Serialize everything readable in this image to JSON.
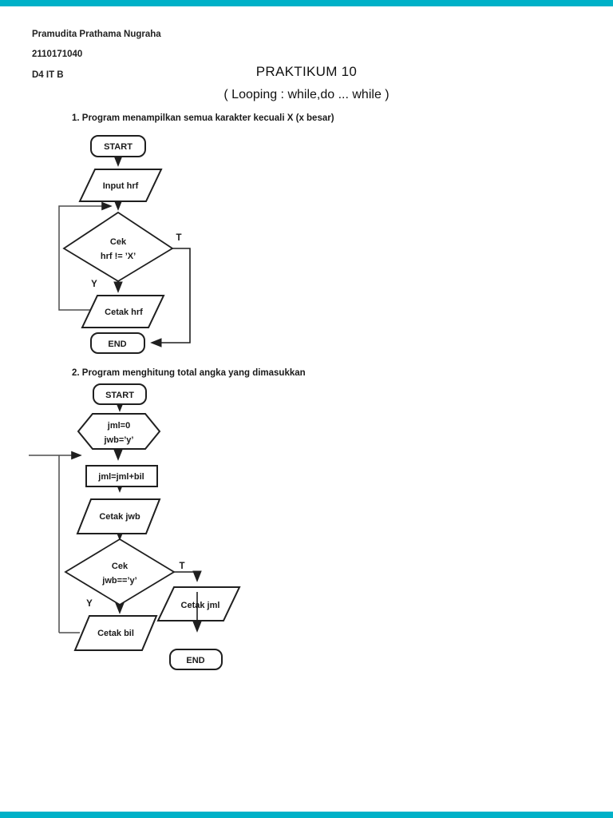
{
  "page": {
    "accent_color": "#00b1c8",
    "background_color": "#ffffff",
    "ink_color": "#1f1f1f"
  },
  "header": {
    "author": "Pramudita Prathama Nugraha",
    "student_id": "2110171040",
    "class": "D4 IT B",
    "title": "PRAKTIKUM 10",
    "subtitle": "( Looping : while,do ... while )"
  },
  "sections": {
    "s1_label": "1. Program menampilkan semua karakter kecuali X (x besar)",
    "s2_label": "2. Program menghitung total angka yang dimasukkan"
  },
  "flowchart1": {
    "start": "START",
    "input": "Input hrf",
    "decision_line1": "Cek",
    "decision_line2": "hrf != ’X’",
    "branch_true": "T",
    "branch_yes": "Y",
    "output": "Cetak hrf",
    "end": "END"
  },
  "flowchart2": {
    "start": "START",
    "init_line1": "jml=0",
    "init_line2": "jwb=’y’",
    "process": "jml=jml+bil",
    "output_jwb": "Cetak jwb",
    "decision_line1": "Cek",
    "decision_line2": "jwb==’y’",
    "branch_true": "T",
    "branch_yes": "Y",
    "output_jml": "Cetak jml",
    "output_bil": "Cetak bil",
    "end": "END"
  }
}
